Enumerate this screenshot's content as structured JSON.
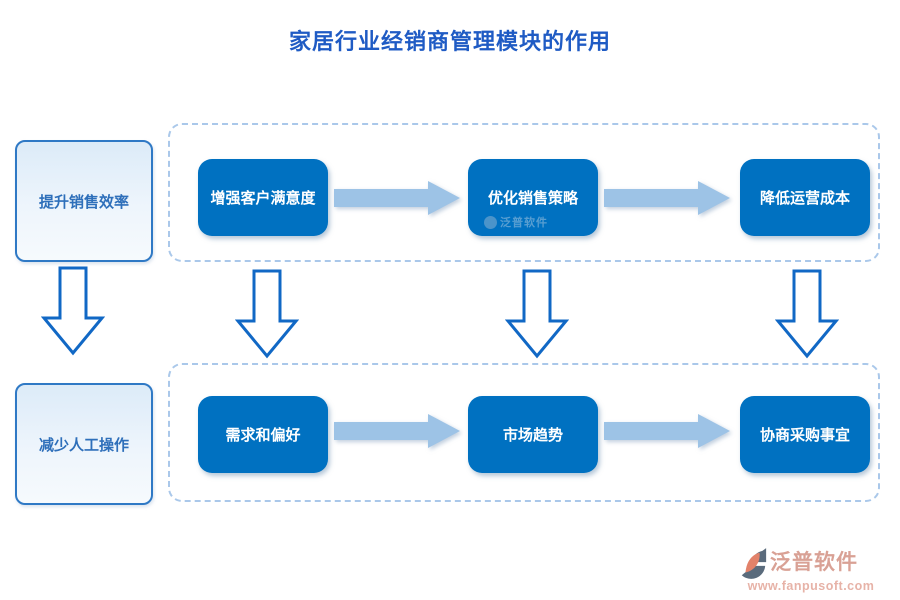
{
  "title": "家居行业经销商管理模块的作用",
  "left_column": {
    "top_box": "提升销售效率",
    "bottom_box": "减少人工操作"
  },
  "top_group": {
    "boxes": [
      "增强客户满意度",
      "优化销售策略",
      "降低运营成本"
    ]
  },
  "bottom_group": {
    "boxes": [
      "需求和偏好",
      "市场趋势",
      "协商采购事宜"
    ]
  },
  "watermark": "泛普软件",
  "footer": {
    "brand": "泛普软件",
    "url": "www.fanpusoft.com"
  },
  "colors": {
    "title_blue": "#1f5bc4",
    "step_box_blue": "#0071c1",
    "light_arrow_blue": "#9dc3e6",
    "dashed_border_blue": "#aac8ea",
    "side_box_border_blue": "#2f79c5",
    "hollow_arrow_stroke": "#1168c5",
    "brand_salmon": "#d9a195",
    "url_salmon": "#e7b3a8"
  }
}
